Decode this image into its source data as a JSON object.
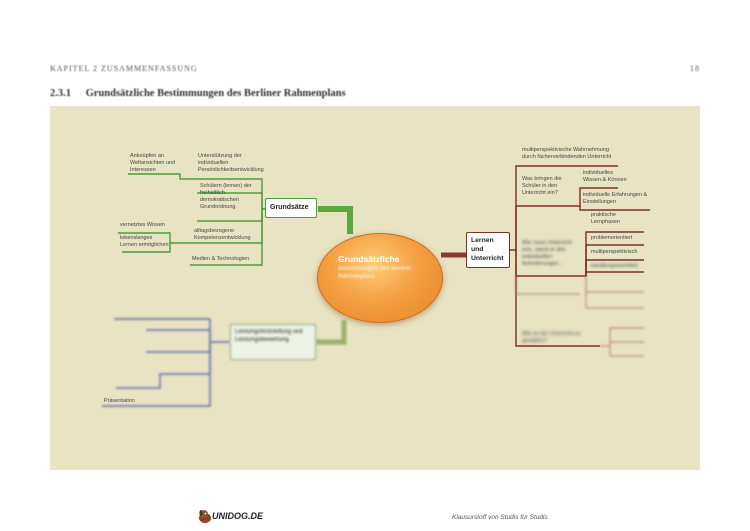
{
  "header": {
    "chapter": "KAPITEL 2  ZUSAMMENFASSUNG",
    "page_number": "18"
  },
  "section": {
    "number": "2.3.1",
    "title": "Grundsätzliche Bestimmungen des Berliner Rahmenplans"
  },
  "mindmap": {
    "center": {
      "title": "Grundsätzliche",
      "subtitle": "Bestimmungen des Berliner Rahmenplans"
    },
    "grundsaetze": {
      "label": "Grundsätze",
      "color": "#4e9b3d",
      "sub1": "Anknüpfen an Weltansichten und Interessen",
      "items": [
        "Unterstützung der individuellen Persönlichkeitsentwicklung",
        "Schülern (lernen) der freiheitlich demokratischen Grundordnung",
        "alltagsbezogene Kompetenzentwicklung",
        "Medien & Technologien"
      ],
      "sub2a": "vernetztes Wissen",
      "sub2b": "lebenslanges Lernen ermöglichen"
    },
    "lernen": {
      "label": "Lernen und Unterricht",
      "color": "#7a2f26",
      "items": [
        "multiperspektivische Wahrnehmung durch fächerverbindenden Unterricht",
        "Was bringen die Schüler in den Unterricht ein?",
        "Wie muss Unterricht sein, damit er den individuellen Anforderungen...",
        "Wie ist der Unterricht zu gestalten?"
      ],
      "sub_einbringen": [
        "individuelles Wissen & Können",
        "individuelle Erfahrungen & Einstellungen"
      ],
      "sub_unterricht": [
        "praktische Lernphasen",
        "problemorientiert",
        "multiperspektivisch",
        "handlungsorientiert"
      ]
    },
    "leistung": {
      "label": "Leistungsfeststellung und Leistungsbewertung",
      "color": "#5a6aa8",
      "last_item": "Präsentation"
    }
  },
  "footer": {
    "brand": "UNIDOG.DE",
    "credit": "Klausurstoff von Studis für Studis"
  }
}
